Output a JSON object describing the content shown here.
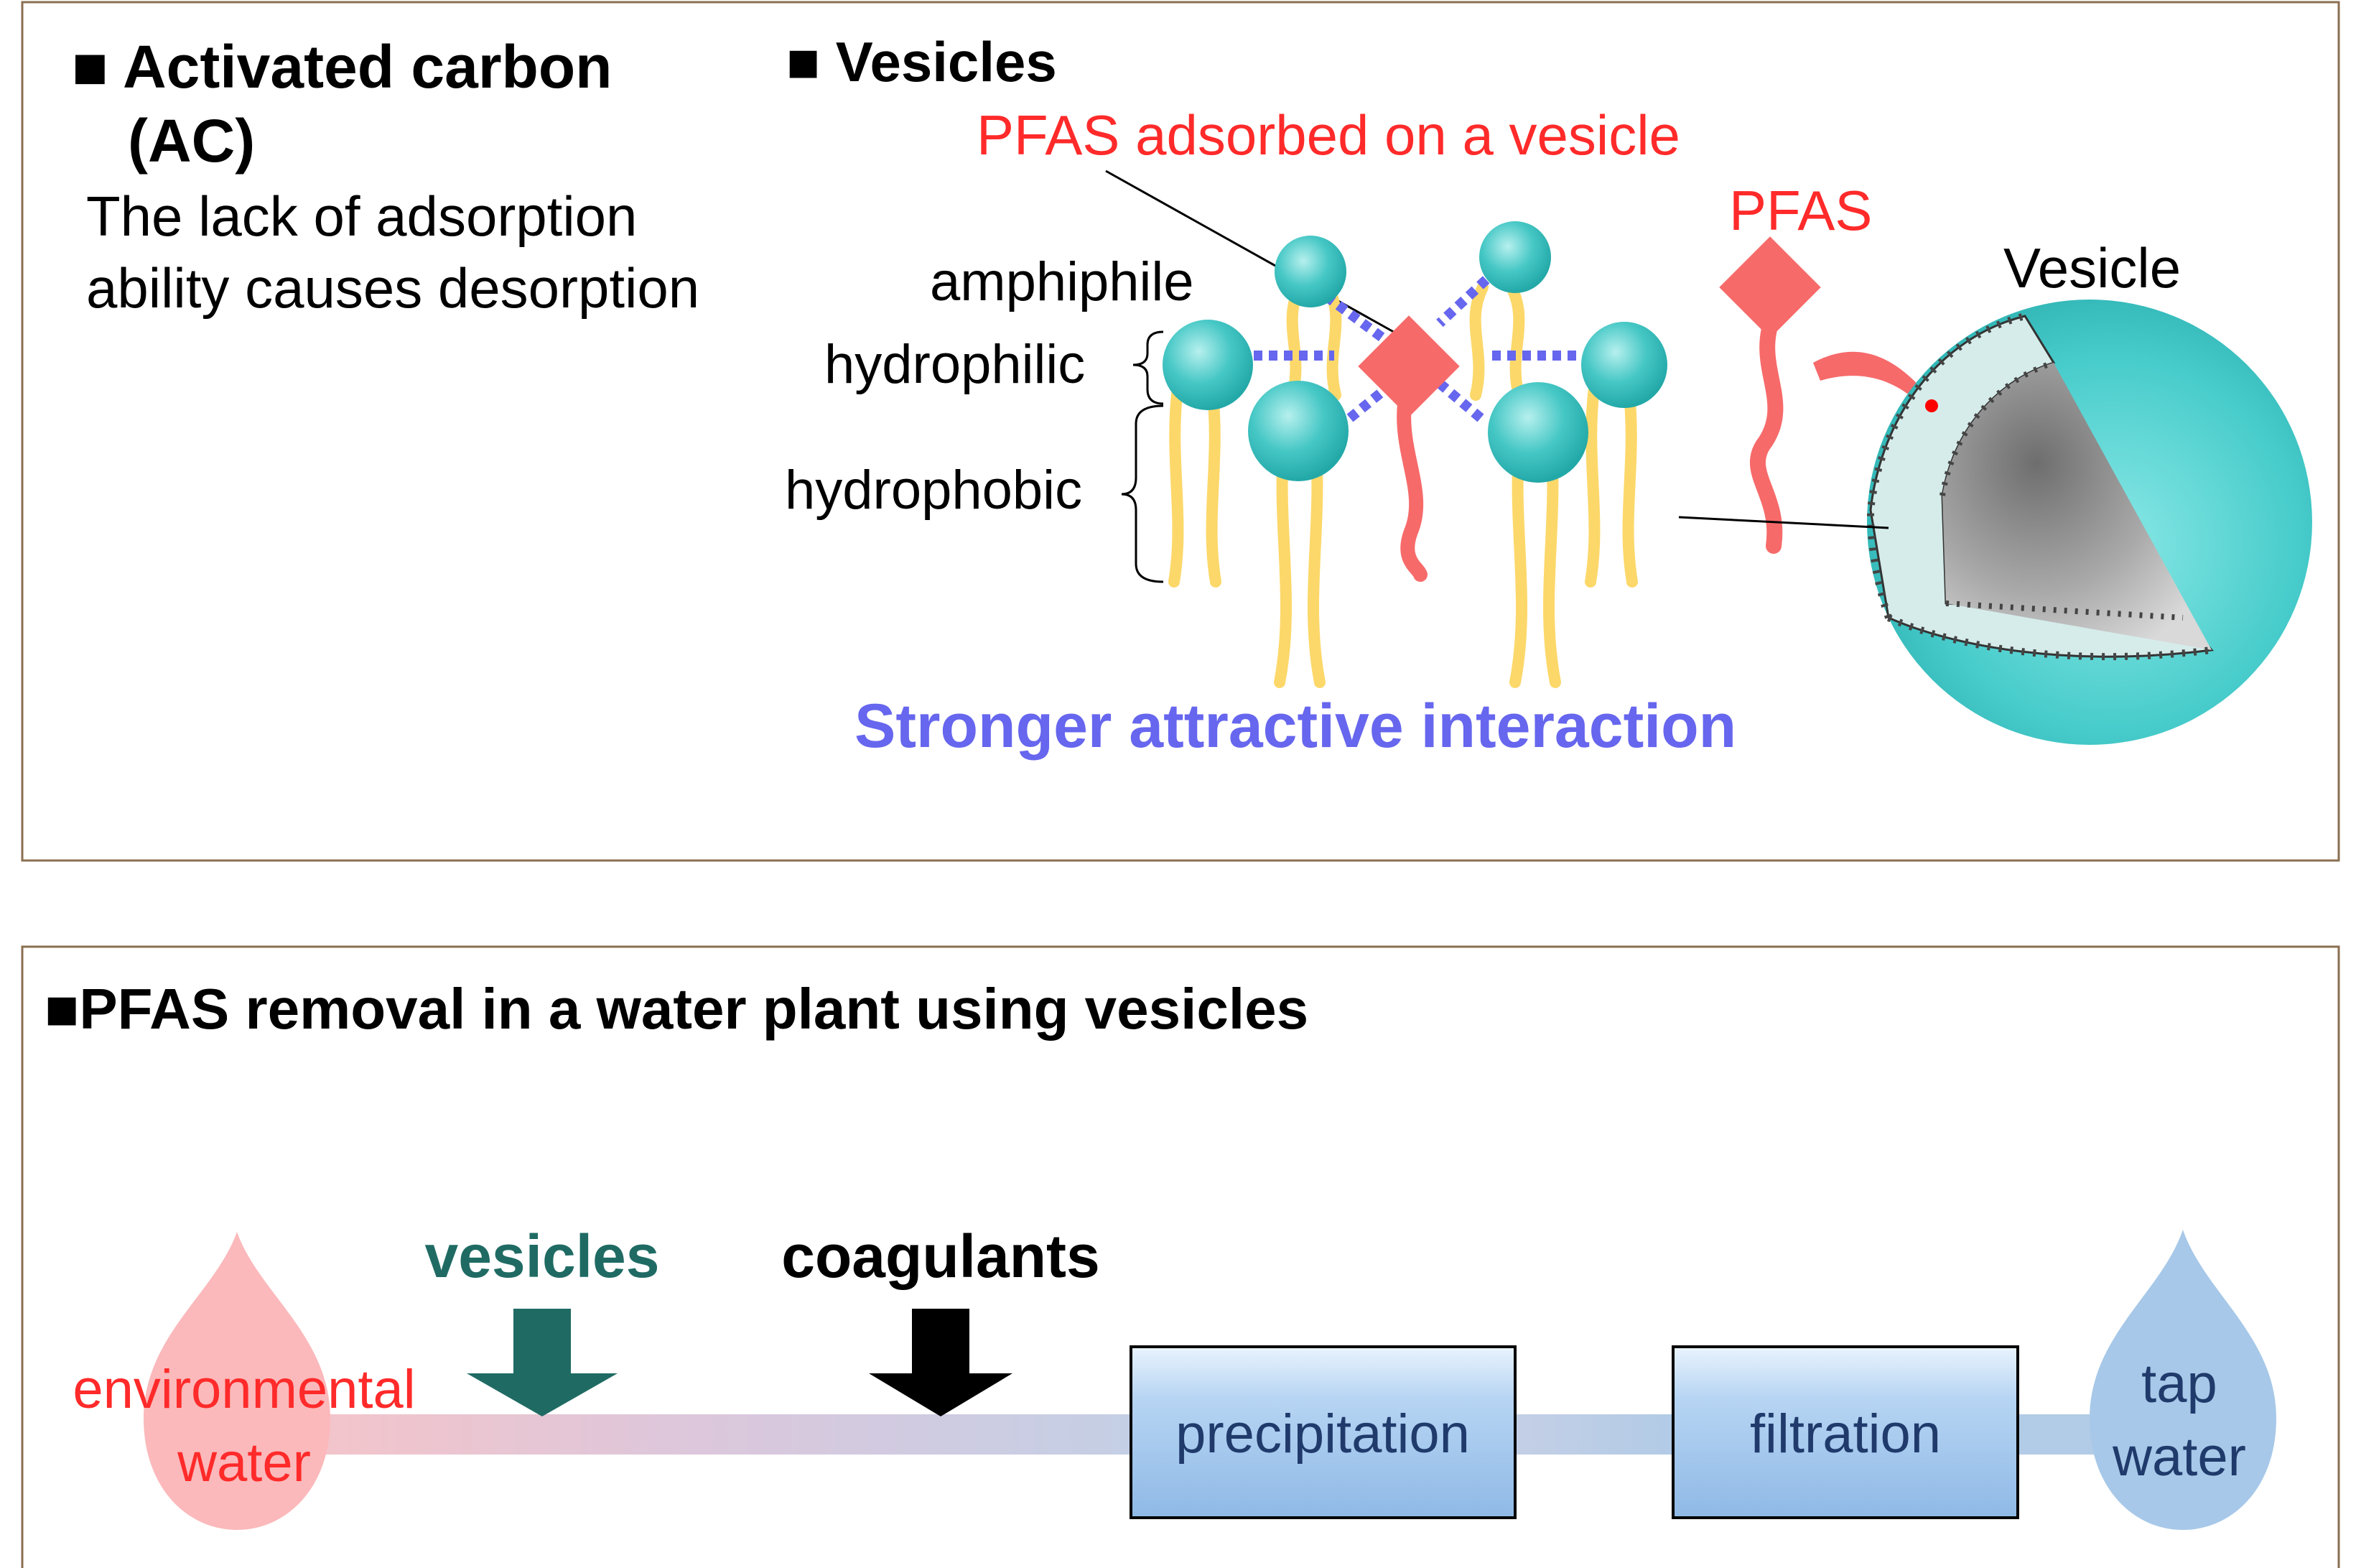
{
  "top_panel": {
    "ac_title_line1": "■ Activated carbon",
    "ac_title_line2": "(AC)",
    "ac_desc_line1": "The lack of adsorption",
    "ac_desc_line2": "ability causes desorption",
    "vesicles_title": "■ Vesicles",
    "pfas_adsorbed_label": "PFAS adsorbed on a vesicle",
    "amphiphile_label": "amphiphile",
    "hydrophilic_label": "hydrophilic",
    "hydrophobic_label": "hydrophobic",
    "interaction_label": "Stronger attractive interaction",
    "pfas_label": "PFAS",
    "vesicle_label": "Vesicle"
  },
  "bottom_panel": {
    "title": "■PFAS removal in a water plant using vesicles",
    "vesicles_input": "vesicles",
    "coagulants_input": "coagulants",
    "env_water_line1": "environmental",
    "env_water_line2": "water",
    "precipitation_label": "precipitation",
    "filtration_label": "filtration",
    "tap_water_line1": "tap",
    "tap_water_line2": "water"
  },
  "colors": {
    "pfas_red": "#ff2a2a",
    "pfas_shape": "#f76a6a",
    "interaction_blue": "#6666ee",
    "head_teal": "#3ec6c6",
    "tail_yellow": "#fcd86a",
    "vesicle_teal": "#49cfcf",
    "box_blue": "#a8cbef",
    "vesicles_green": "#1f6b64",
    "env_drop": "#fbb9bb",
    "tap_drop": "#a7c8e8",
    "panel_border": "#8b6f52"
  }
}
